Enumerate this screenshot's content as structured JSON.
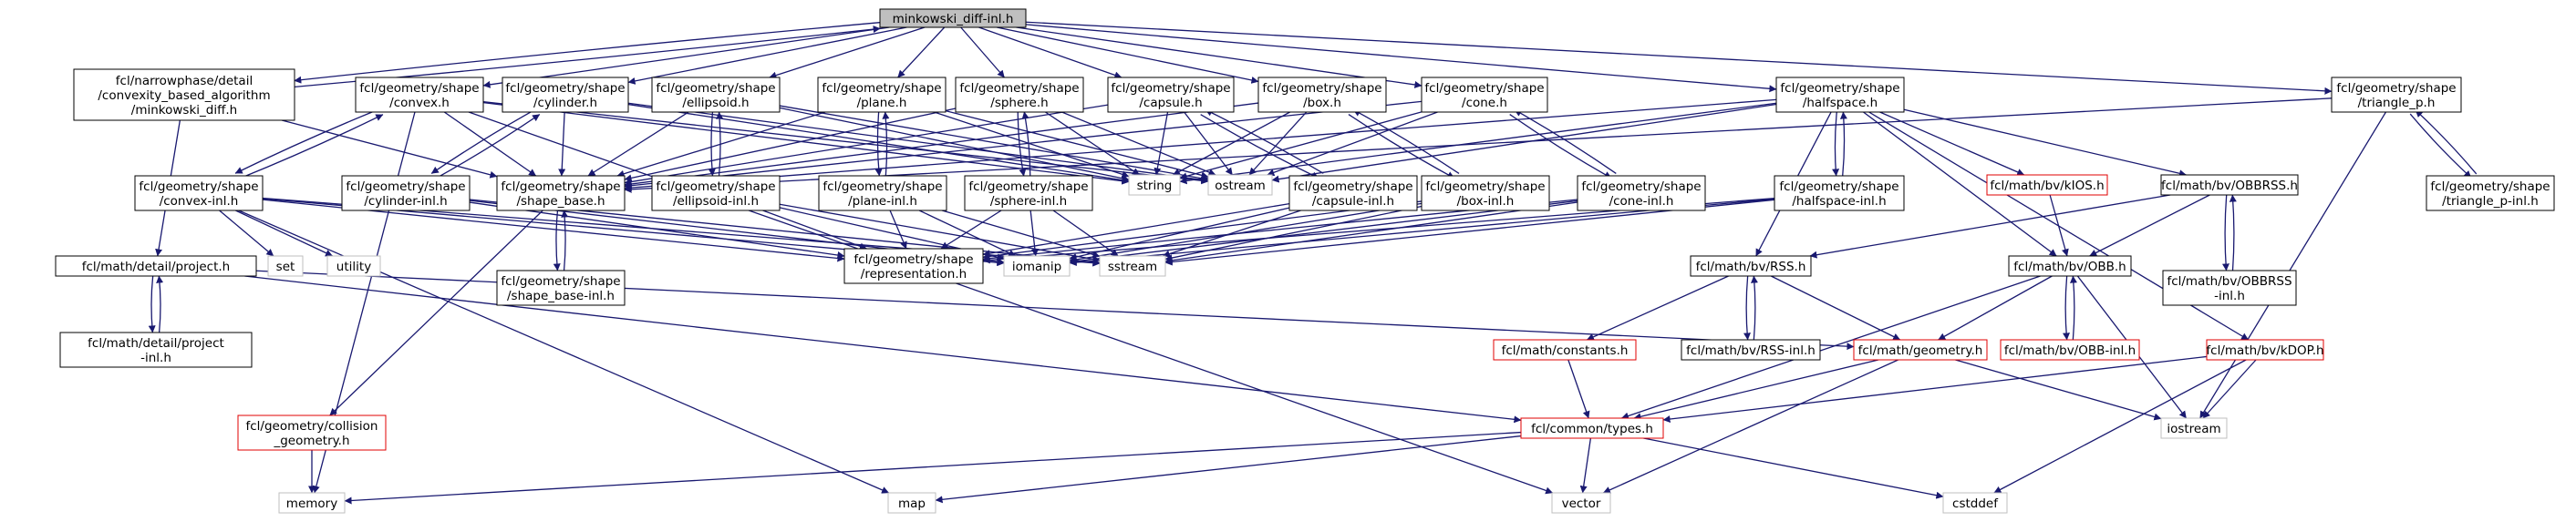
{
  "colors": {
    "edge": "#191970",
    "border_black": "#000000",
    "border_red": "#e00000",
    "border_gray": "#bfbfbf",
    "root_fill": "#bfbfbf",
    "node_fill": "#ffffff"
  },
  "nodes": {
    "root": [
      "minkowski_diff-inl.h"
    ],
    "convexity": [
      "fcl/narrowphase/detail",
      "/convexity_based_algorithm",
      "/minkowski_diff.h"
    ],
    "convex": [
      "fcl/geometry/shape",
      "/convex.h"
    ],
    "cylinder": [
      "fcl/geometry/shape",
      "/cylinder.h"
    ],
    "ellipsoid": [
      "fcl/geometry/shape",
      "/ellipsoid.h"
    ],
    "plane": [
      "fcl/geometry/shape",
      "/plane.h"
    ],
    "sphere": [
      "fcl/geometry/shape",
      "/sphere.h"
    ],
    "capsule": [
      "fcl/geometry/shape",
      "/capsule.h"
    ],
    "box": [
      "fcl/geometry/shape",
      "/box.h"
    ],
    "cone": [
      "fcl/geometry/shape",
      "/cone.h"
    ],
    "halfspace": [
      "fcl/geometry/shape",
      "/halfspace.h"
    ],
    "triangle_p": [
      "fcl/geometry/shape",
      "/triangle_p.h"
    ],
    "convex_inl": [
      "fcl/geometry/shape",
      "/convex-inl.h"
    ],
    "cylinder_inl": [
      "fcl/geometry/shape",
      "/cylinder-inl.h"
    ],
    "shape_base": [
      "fcl/geometry/shape",
      "/shape_base.h"
    ],
    "ellipsoid_inl": [
      "fcl/geometry/shape",
      "/ellipsoid-inl.h"
    ],
    "plane_inl": [
      "fcl/geometry/shape",
      "/plane-inl.h"
    ],
    "sphere_inl": [
      "fcl/geometry/shape",
      "/sphere-inl.h"
    ],
    "string": [
      "string"
    ],
    "ostream": [
      "ostream"
    ],
    "capsule_inl": [
      "fcl/geometry/shape",
      "/capsule-inl.h"
    ],
    "box_inl": [
      "fcl/geometry/shape",
      "/box-inl.h"
    ],
    "cone_inl": [
      "fcl/geometry/shape",
      "/cone-inl.h"
    ],
    "halfspace_inl": [
      "fcl/geometry/shape",
      "/halfspace-inl.h"
    ],
    "kios": [
      "fcl/math/bv/kIOS.h"
    ],
    "obbrss": [
      "fcl/math/bv/OBBRSS.h"
    ],
    "triangle_p_inl": [
      "fcl/geometry/shape",
      "/triangle_p-inl.h"
    ],
    "set": [
      "set"
    ],
    "utility": [
      "utility"
    ],
    "project": [
      "fcl/math/detail/project.h"
    ],
    "shape_base_inl": [
      "fcl/geometry/shape",
      "/shape_base-inl.h"
    ],
    "representation": [
      "fcl/geometry/shape",
      "/representation.h"
    ],
    "iomanip": [
      "iomanip"
    ],
    "sstream": [
      "sstream"
    ],
    "rss": [
      "fcl/math/bv/RSS.h"
    ],
    "obb": [
      "fcl/math/bv/OBB.h"
    ],
    "obbrss_inl": [
      "fcl/math/bv/OBBRSS",
      "-inl.h"
    ],
    "project_inl": [
      "fcl/math/detail/project",
      "-inl.h"
    ],
    "constants": [
      "fcl/math/constants.h"
    ],
    "rss_inl": [
      "fcl/math/bv/RSS-inl.h"
    ],
    "geometry": [
      "fcl/math/geometry.h"
    ],
    "obb_inl": [
      "fcl/math/bv/OBB-inl.h"
    ],
    "kdop": [
      "fcl/math/bv/kDOP.h"
    ],
    "collision_geometry": [
      "fcl/geometry/collision",
      "_geometry.h"
    ],
    "types": [
      "fcl/common/types.h"
    ],
    "iostream": [
      "iostream"
    ],
    "memory": [
      "memory"
    ],
    "map": [
      "map"
    ],
    "vector": [
      "vector"
    ],
    "cstddef": [
      "cstddef"
    ]
  },
  "edges": [
    [
      "root",
      "convexity"
    ],
    [
      "root",
      "convex"
    ],
    [
      "root",
      "cylinder"
    ],
    [
      "root",
      "ellipsoid"
    ],
    [
      "root",
      "plane"
    ],
    [
      "root",
      "sphere"
    ],
    [
      "root",
      "capsule"
    ],
    [
      "root",
      "box"
    ],
    [
      "root",
      "cone"
    ],
    [
      "root",
      "halfspace"
    ],
    [
      "root",
      "triangle_p"
    ],
    [
      "convexity",
      "root"
    ],
    [
      "convexity",
      "project"
    ],
    [
      "convexity",
      "shape_base"
    ],
    [
      "convex",
      "convex_inl"
    ],
    [
      "convex",
      "shape_base"
    ],
    [
      "convex",
      "string"
    ],
    [
      "convex",
      "ostream"
    ],
    [
      "convex",
      "memory"
    ],
    [
      "convex",
      "vector"
    ],
    [
      "convex_inl",
      "convex"
    ],
    [
      "convex_inl",
      "representation"
    ],
    [
      "convex_inl",
      "set"
    ],
    [
      "convex_inl",
      "utility"
    ],
    [
      "convex_inl",
      "map"
    ],
    [
      "convex_inl",
      "iomanip"
    ],
    [
      "convex_inl",
      "sstream"
    ],
    [
      "cylinder",
      "cylinder_inl"
    ],
    [
      "cylinder",
      "shape_base"
    ],
    [
      "cylinder",
      "string"
    ],
    [
      "cylinder",
      "ostream"
    ],
    [
      "cylinder_inl",
      "cylinder"
    ],
    [
      "cylinder_inl",
      "representation"
    ],
    [
      "cylinder_inl",
      "iomanip"
    ],
    [
      "cylinder_inl",
      "sstream"
    ],
    [
      "ellipsoid",
      "ellipsoid_inl"
    ],
    [
      "ellipsoid",
      "shape_base"
    ],
    [
      "ellipsoid",
      "string"
    ],
    [
      "ellipsoid",
      "ostream"
    ],
    [
      "ellipsoid_inl",
      "ellipsoid"
    ],
    [
      "ellipsoid_inl",
      "representation"
    ],
    [
      "ellipsoid_inl",
      "iomanip"
    ],
    [
      "ellipsoid_inl",
      "sstream"
    ],
    [
      "plane",
      "plane_inl"
    ],
    [
      "plane",
      "shape_base"
    ],
    [
      "plane",
      "string"
    ],
    [
      "plane",
      "ostream"
    ],
    [
      "plane_inl",
      "plane"
    ],
    [
      "plane_inl",
      "representation"
    ],
    [
      "plane_inl",
      "iomanip"
    ],
    [
      "plane_inl",
      "sstream"
    ],
    [
      "sphere",
      "sphere_inl"
    ],
    [
      "sphere",
      "shape_base"
    ],
    [
      "sphere",
      "string"
    ],
    [
      "sphere",
      "ostream"
    ],
    [
      "sphere_inl",
      "sphere"
    ],
    [
      "sphere_inl",
      "representation"
    ],
    [
      "sphere_inl",
      "iomanip"
    ],
    [
      "sphere_inl",
      "sstream"
    ],
    [
      "capsule",
      "capsule_inl"
    ],
    [
      "capsule",
      "shape_base"
    ],
    [
      "capsule",
      "string"
    ],
    [
      "capsule",
      "ostream"
    ],
    [
      "capsule_inl",
      "capsule"
    ],
    [
      "capsule_inl",
      "representation"
    ],
    [
      "capsule_inl",
      "iomanip"
    ],
    [
      "capsule_inl",
      "sstream"
    ],
    [
      "box",
      "box_inl"
    ],
    [
      "box",
      "shape_base"
    ],
    [
      "box",
      "string"
    ],
    [
      "box",
      "ostream"
    ],
    [
      "box_inl",
      "box"
    ],
    [
      "box_inl",
      "representation"
    ],
    [
      "box_inl",
      "iomanip"
    ],
    [
      "box_inl",
      "sstream"
    ],
    [
      "cone",
      "cone_inl"
    ],
    [
      "cone",
      "shape_base"
    ],
    [
      "cone",
      "string"
    ],
    [
      "cone",
      "ostream"
    ],
    [
      "cone_inl",
      "cone"
    ],
    [
      "cone_inl",
      "representation"
    ],
    [
      "cone_inl",
      "iomanip"
    ],
    [
      "cone_inl",
      "sstream"
    ],
    [
      "halfspace",
      "halfspace_inl"
    ],
    [
      "halfspace",
      "shape_base"
    ],
    [
      "halfspace",
      "string"
    ],
    [
      "halfspace",
      "ostream"
    ],
    [
      "halfspace",
      "kios"
    ],
    [
      "halfspace",
      "obbrss"
    ],
    [
      "halfspace",
      "rss"
    ],
    [
      "halfspace",
      "obb"
    ],
    [
      "halfspace",
      "kdop"
    ],
    [
      "halfspace_inl",
      "halfspace"
    ],
    [
      "halfspace_inl",
      "representation"
    ],
    [
      "halfspace_inl",
      "iomanip"
    ],
    [
      "halfspace_inl",
      "sstream"
    ],
    [
      "triangle_p",
      "triangle_p_inl"
    ],
    [
      "triangle_p",
      "shape_base"
    ],
    [
      "triangle_p",
      "iostream"
    ],
    [
      "triangle_p_inl",
      "triangle_p"
    ],
    [
      "shape_base",
      "shape_base_inl"
    ],
    [
      "shape_base",
      "collision_geometry"
    ],
    [
      "shape_base_inl",
      "shape_base"
    ],
    [
      "project",
      "project_inl"
    ],
    [
      "project",
      "geometry"
    ],
    [
      "project",
      "types"
    ],
    [
      "project_inl",
      "project"
    ],
    [
      "kios",
      "obb"
    ],
    [
      "obbrss",
      "obbrss_inl"
    ],
    [
      "obbrss",
      "obb"
    ],
    [
      "obbrss",
      "rss"
    ],
    [
      "obbrss_inl",
      "obbrss"
    ],
    [
      "rss",
      "rss_inl"
    ],
    [
      "rss",
      "constants"
    ],
    [
      "rss",
      "geometry"
    ],
    [
      "rss_inl",
      "rss"
    ],
    [
      "obb",
      "obb_inl"
    ],
    [
      "obb",
      "geometry"
    ],
    [
      "obb",
      "types"
    ],
    [
      "obb",
      "iostream"
    ],
    [
      "obb_inl",
      "obb"
    ],
    [
      "constants",
      "types"
    ],
    [
      "geometry",
      "types"
    ],
    [
      "geometry",
      "iostream"
    ],
    [
      "geometry",
      "vector"
    ],
    [
      "kdop",
      "types"
    ],
    [
      "kdop",
      "iostream"
    ],
    [
      "kdop",
      "cstddef"
    ],
    [
      "collision_geometry",
      "memory"
    ],
    [
      "types",
      "memory"
    ],
    [
      "types",
      "map"
    ],
    [
      "types",
      "vector"
    ],
    [
      "types",
      "cstddef"
    ]
  ]
}
